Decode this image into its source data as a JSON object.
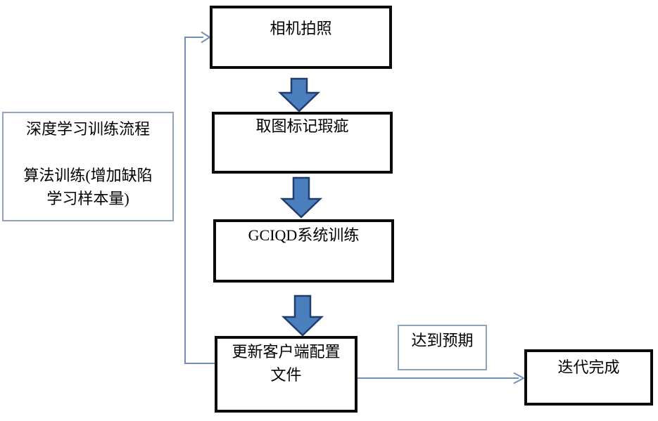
{
  "nodes": {
    "camera": {
      "label": "相机拍照"
    },
    "mark_defects": {
      "label": "取图标记瑕疵"
    },
    "system_training": {
      "label": "GCIQD系统训练"
    },
    "update_config": {
      "label": "更新客户端配置\n文件"
    },
    "process_note": {
      "label": "深度学习训练流程\n\n算法训练(增加缺陷\n学习样本量)"
    },
    "expectation": {
      "label": "达到预期"
    },
    "iteration_done": {
      "label": "迭代完成"
    }
  },
  "colors": {
    "thick_border": "#0a0a0a",
    "thin_border": "#8fa3bf",
    "connector": "#7090bb",
    "arrow_fill": "#4a7ebd",
    "arrow_edge": "#1f3d6d",
    "background": "#ffffff",
    "text": "#000000"
  }
}
